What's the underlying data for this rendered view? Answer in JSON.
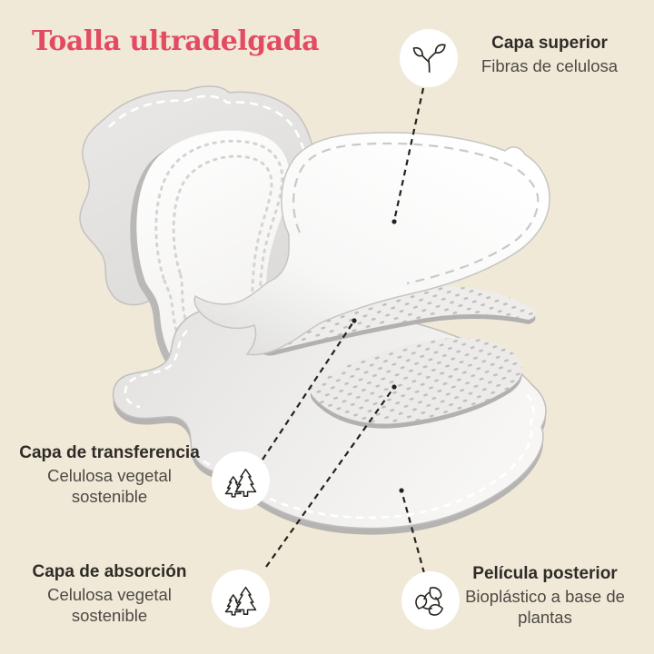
{
  "page": {
    "background_color": "#f1e9d7"
  },
  "title": {
    "text": "Toalla ultradelgada",
    "color": "#e24b61"
  },
  "callouts": {
    "superior": {
      "title": "Capa superior",
      "description": "Fibras de celulosa",
      "icon": "sprout-icon"
    },
    "transferencia": {
      "title": "Capa de transferencia",
      "description": "Celulosa vegetal sostenible",
      "icon": "pine-trees-icon"
    },
    "absorcion": {
      "title": "Capa de absorción",
      "description": "Celulosa vegetal sostenible",
      "icon": "pine-trees-icon"
    },
    "pelicula": {
      "title": "Película posterior",
      "description": "Bioplástico a base de plantas",
      "icon": "recycle-leaves-icon"
    }
  },
  "illustration": {
    "name": "exploded-ultra-thin-pad",
    "layers": [
      "top-pad-with-wings",
      "absorbent-core",
      "back-film",
      "absorption-layer",
      "transfer-layer",
      "top-sheet"
    ],
    "colors": {
      "pad_gray": "#e6e5e3",
      "pad_edge": "#c0bfbd",
      "core_white": "#ffffff",
      "dot_texture": "#bfbebc",
      "stitch_white": "#ffffff",
      "stitch_gray": "#cac9c7",
      "callout_line": "#24221f"
    }
  }
}
